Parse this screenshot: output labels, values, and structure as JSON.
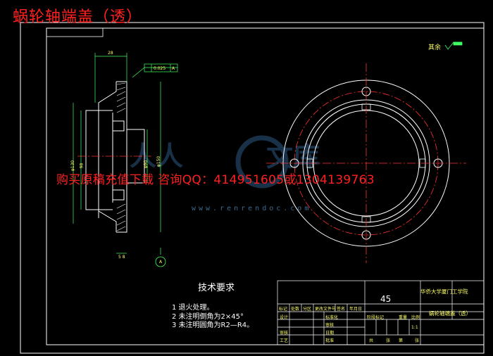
{
  "title": "蜗轮轴端盖（透）",
  "watermark_text": "购买原稿充值下载 咨询QQ：414951605或1304139763",
  "watermark_url": "www.renrendoc.com",
  "roughness_label": "其余",
  "tolerance_value": "0.025",
  "tolerance_datum": "A",
  "dimensions": {
    "width_top": "28",
    "dia_left_1": "φ130",
    "dia_left_2": "98",
    "dia_right_1": "φ90",
    "dia_right_2": "φ150",
    "bottom_dim": "5 8",
    "datum_label": "A"
  },
  "tech_title": "技术要求",
  "tech_items": [
    "1 退火处理。",
    "2 未注明倒角为2×45°",
    "3 未注明圆角为R2—R4。"
  ],
  "title_block": {
    "material": "45",
    "school": "华侨大学厦门工学院",
    "part_name": "蜗轮轴端盖（透）",
    "row_labels": [
      "标记",
      "处数",
      "分区",
      "更改文件号",
      "签名",
      "年月日"
    ],
    "left_labels": [
      "设计",
      "审核",
      "工艺"
    ],
    "mid_labels": [
      "标准化",
      "批准",
      "审核",
      "日期"
    ],
    "stage_labels": [
      "阶段标记",
      "重量",
      "比例"
    ],
    "scale": "1:1",
    "sheet_labels": [
      "共",
      "张",
      "第",
      "张"
    ]
  }
}
